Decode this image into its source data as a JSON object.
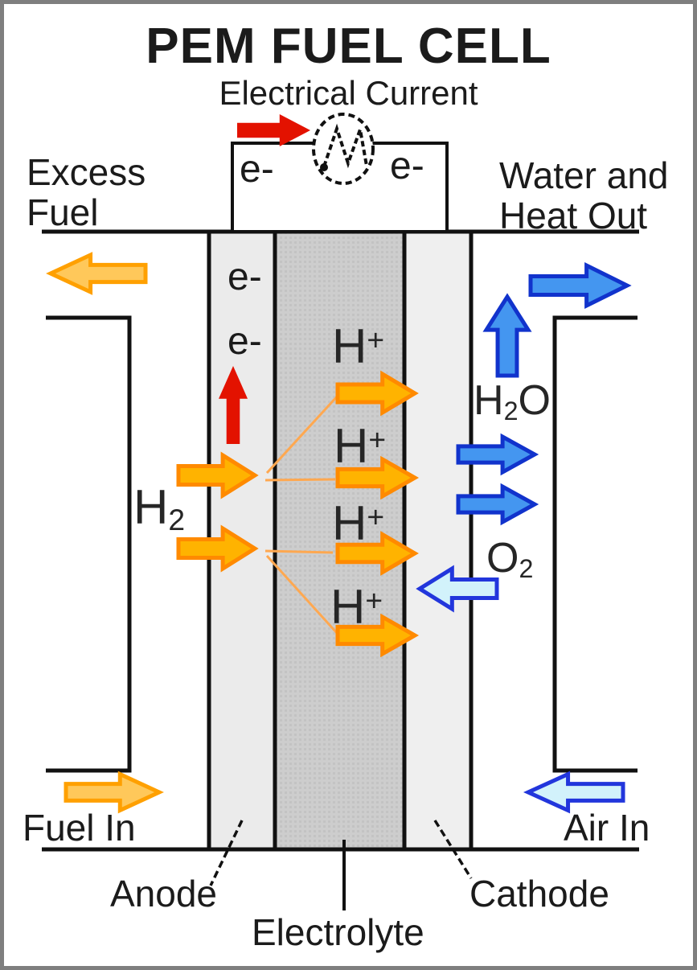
{
  "title": "PEM FUEL CELL",
  "subtitle": "Electrical Current",
  "left_side": {
    "excess_line1": "Excess",
    "excess_line2": "Fuel",
    "fuel_in": "Fuel In"
  },
  "right_side": {
    "water_line1": "Water and",
    "water_line2": "Heat Out",
    "air_in": "Air In"
  },
  "circuit": {
    "electron_left": "e-",
    "electron_right": "e-"
  },
  "anode_region": {
    "electron_top": "e-",
    "electron_bottom": "e-"
  },
  "species": {
    "h2": {
      "base": "H",
      "sub": "2"
    },
    "hplus": {
      "base": "H",
      "sup": "+"
    },
    "h2o": {
      "base": "H",
      "sub": "2",
      "tail": "O"
    },
    "o2": {
      "base": "O",
      "sub": "2"
    }
  },
  "layers": {
    "anode": "Anode",
    "electrolyte": "Electrolyte",
    "cathode": "Cathode"
  },
  "colors": {
    "hydrogen_arrow": "#FFB300",
    "fuel_flow_arrow": "#FFC85A",
    "water_arrow": "#4496F0",
    "oxygen_arrow": "#D2F2FB",
    "current_arrow": "#E31200",
    "connector_line": "#FFA850",
    "anode_layer": "#EBEBEB",
    "electrolyte_layer": "#CDCDCD",
    "cathode_layer": "#EFEFEF"
  }
}
